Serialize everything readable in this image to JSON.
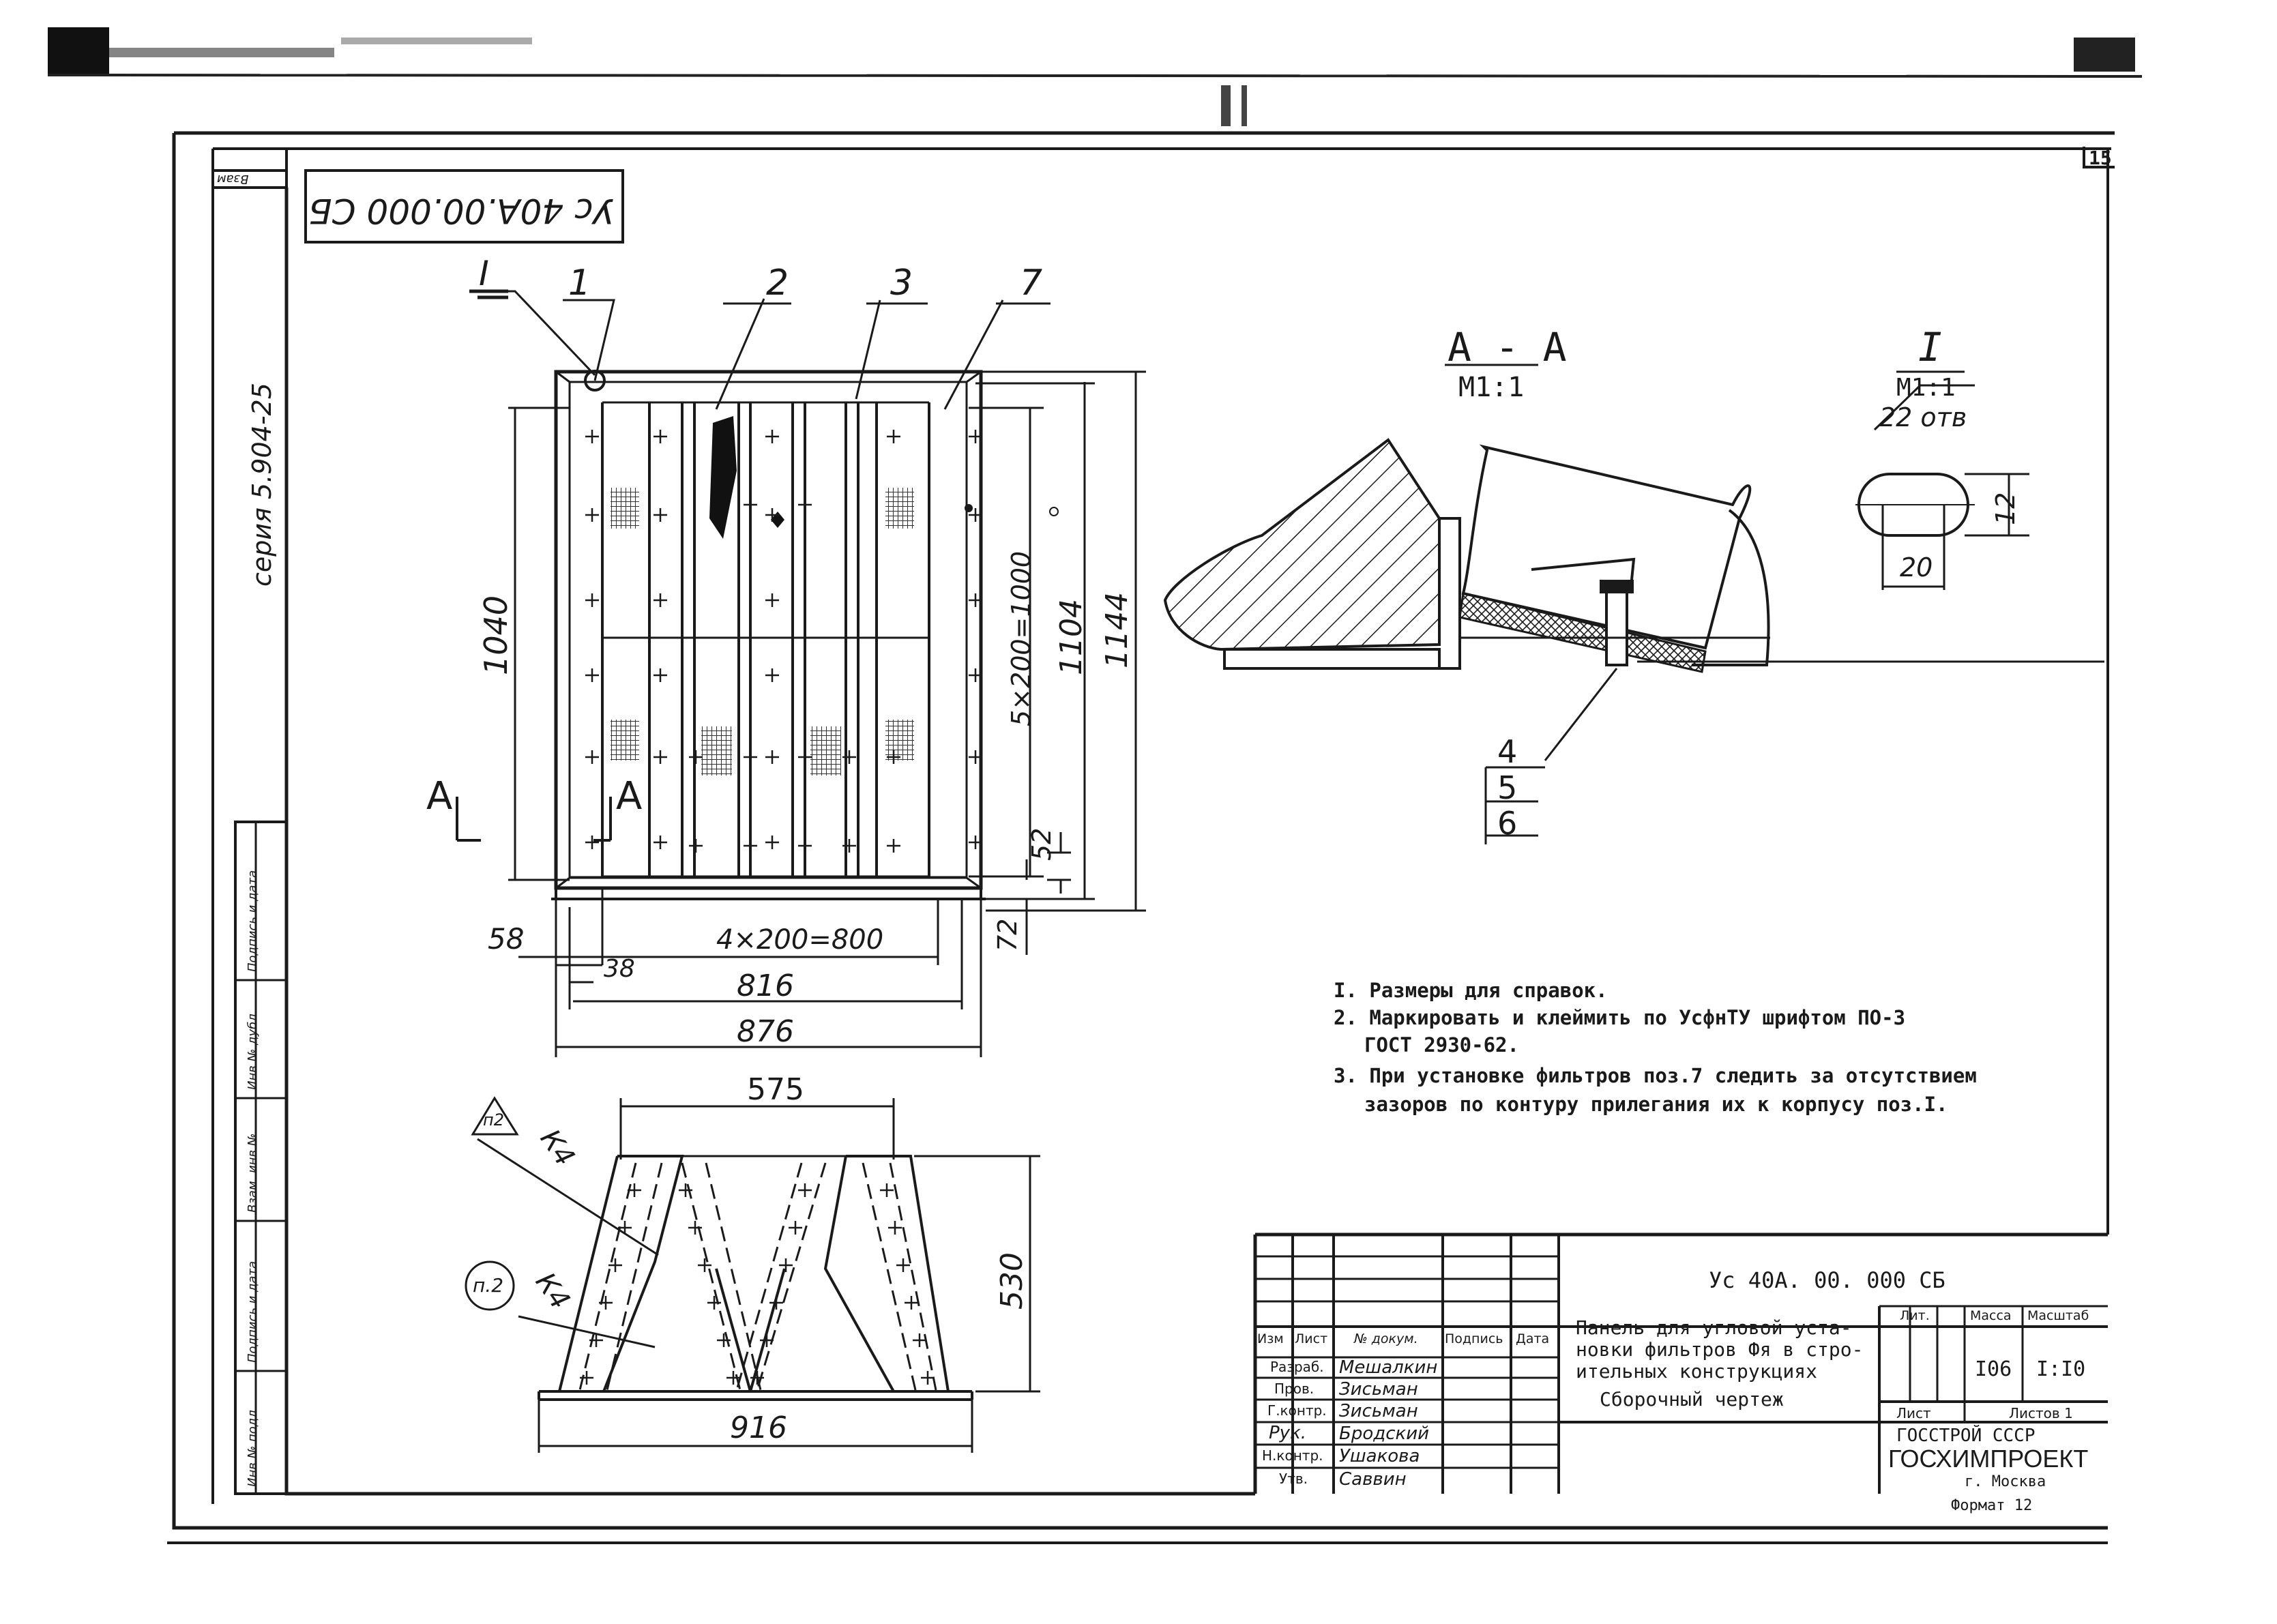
{
  "sheet_number": "15",
  "stamp": {
    "code_rotated": "Ус 40А.00.000 СБ",
    "series": "серия 5.904-25",
    "corner_mark": "Взам"
  },
  "left_strip": {
    "labels": [
      "Подпись и дата",
      "Инв.№ дубл.",
      "Взам. инв.№",
      "Подпись и дата",
      "Инв.№ подл."
    ]
  },
  "front_view": {
    "callouts": [
      "1",
      "2",
      "3",
      "7"
    ],
    "detail_mark": "I",
    "section_mark_left": "А",
    "section_mark_right": "А",
    "dims": {
      "d1040": "1040",
      "d5x200": "5×200=1000",
      "d1104": "1104",
      "d1144": "1144",
      "d52": "52",
      "d72": "72",
      "d58": "58",
      "d38": "38",
      "d4x200": "4×200=800",
      "d816": "816",
      "d876": "876"
    }
  },
  "side_view": {
    "d575": "575",
    "d530": "530",
    "d916": "916",
    "weld_n2_top": "п2",
    "weld_n2_bottom": "п.2",
    "weld_k4_top": "К4",
    "weld_k4_bottom": "К4"
  },
  "section_aa": {
    "title": "А - А",
    "scale": "М1:1",
    "callouts": [
      "4",
      "5",
      "6"
    ]
  },
  "detail_i": {
    "title": "I",
    "scale": "М1:1",
    "holes": "22 отв",
    "d12": "12",
    "d20": "20"
  },
  "notes": [
    "I. Размеры для справок.",
    "2. Маркировать и клеймить по УсфнТУ шрифтом ПО-3",
    "ГОСТ 2930-62.",
    "3. При установке фильтров поз.7 следить за отсутствием",
    "зазоров по контуру прилегания их к корпусу поз.I."
  ],
  "title_block": {
    "designation": "Ус 40А. 00. 000 СБ",
    "name_lines": [
      "Панель для угловой уста-",
      "новки фильтров Фя в стро-",
      "ительных конструкциях"
    ],
    "doc_type": "Сборочный чертеж",
    "headers": {
      "izm": "Изм",
      "list": "Лист",
      "doc": "№ докум.",
      "sign": "Подпись",
      "date": "Дата",
      "lit": "Лит.",
      "mass": "Масса",
      "scale": "Масштаб"
    },
    "roles": [
      {
        "role": "Разраб.",
        "name": "Мешалкин"
      },
      {
        "role": "Пров.",
        "name": "Зисьман"
      },
      {
        "role": "Г.контр.",
        "name": "Зисьман"
      },
      {
        "role": "Рук.",
        "name": "Бродский"
      },
      {
        "role": "Н.контр.",
        "name": "Ушакова"
      },
      {
        "role": "Утв.",
        "name": "Саввин"
      }
    ],
    "mass_value": "I06",
    "scale_value": "I:I0",
    "sheet_label": "Лист",
    "sheets_label": "Листов 1",
    "org1": "ГОССТРОЙ СССР",
    "org2": "ГОСХИМПРОЕКТ",
    "org3": "г. Москва",
    "format": "Формат 12"
  },
  "colors": {
    "ink": "#1a1a1a",
    "paper": "#ffffff"
  }
}
